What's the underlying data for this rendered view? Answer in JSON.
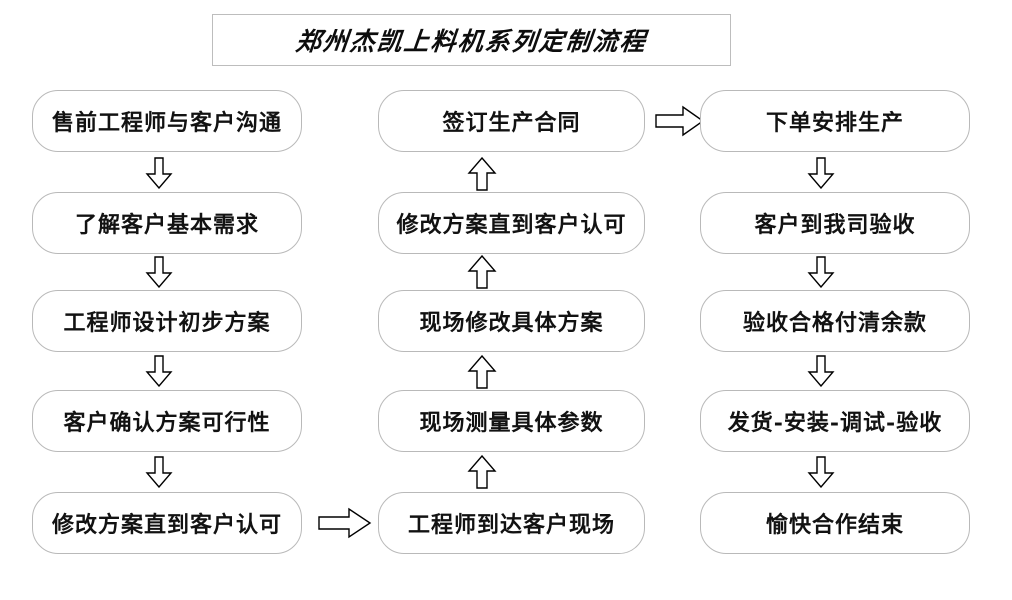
{
  "title": {
    "text": "郑州杰凯上料机系列定制流程"
  },
  "colors": {
    "background": "#ffffff",
    "box_border": "#b9b9b9",
    "title_border": "#bdbdbd",
    "text": "#121212",
    "arrow_stroke": "#000000",
    "arrow_fill": "#ffffff"
  },
  "columns": {
    "left": {
      "name": "pre-sales-column",
      "flow_direction": "down",
      "nodes": [
        {
          "id": "L1",
          "label": "售前工程师与客户沟通"
        },
        {
          "id": "L2",
          "label": "了解客户基本需求"
        },
        {
          "id": "L3",
          "label": "工程师设计初步方案"
        },
        {
          "id": "L4",
          "label": "客户确认方案可行性"
        },
        {
          "id": "L5",
          "label": "修改方案直到客户认可"
        }
      ]
    },
    "middle": {
      "name": "on-site-column",
      "flow_direction": "up",
      "nodes": [
        {
          "id": "M1",
          "label": "签订生产合同"
        },
        {
          "id": "M2",
          "label": "修改方案直到客户认可"
        },
        {
          "id": "M3",
          "label": "现场修改具体方案"
        },
        {
          "id": "M4",
          "label": "现场测量具体参数"
        },
        {
          "id": "M5",
          "label": "工程师到达客户现场"
        }
      ]
    },
    "right": {
      "name": "production-column",
      "flow_direction": "down",
      "nodes": [
        {
          "id": "R1",
          "label": "下单安排生产"
        },
        {
          "id": "R2",
          "label": "客户到我司验收"
        },
        {
          "id": "R3",
          "label": "验收合格付清余款"
        },
        {
          "id": "R4",
          "label": "发货-安装-调试-验收"
        },
        {
          "id": "R5",
          "label": "愉快合作结束"
        }
      ]
    }
  },
  "connectors": [
    {
      "id": "A-L1-L2",
      "icon": "arrow-down-icon",
      "from": "L1",
      "to": "L2"
    },
    {
      "id": "A-L2-L3",
      "icon": "arrow-down-icon",
      "from": "L2",
      "to": "L3"
    },
    {
      "id": "A-L3-L4",
      "icon": "arrow-down-icon",
      "from": "L3",
      "to": "L4"
    },
    {
      "id": "A-L4-L5",
      "icon": "arrow-down-icon",
      "from": "L4",
      "to": "L5"
    },
    {
      "id": "A-L5-M5",
      "icon": "arrow-right-icon",
      "from": "L5",
      "to": "M5"
    },
    {
      "id": "A-M5-M4",
      "icon": "arrow-up-icon",
      "from": "M5",
      "to": "M4"
    },
    {
      "id": "A-M4-M3",
      "icon": "arrow-up-icon",
      "from": "M4",
      "to": "M3"
    },
    {
      "id": "A-M3-M2",
      "icon": "arrow-up-icon",
      "from": "M3",
      "to": "M2"
    },
    {
      "id": "A-M2-M1",
      "icon": "arrow-up-icon",
      "from": "M2",
      "to": "M1"
    },
    {
      "id": "A-M1-R1",
      "icon": "arrow-right-icon",
      "from": "M1",
      "to": "R1"
    },
    {
      "id": "A-R1-R2",
      "icon": "arrow-down-icon",
      "from": "R1",
      "to": "R2"
    },
    {
      "id": "A-R2-R3",
      "icon": "arrow-down-icon",
      "from": "R2",
      "to": "R3"
    },
    {
      "id": "A-R3-R4",
      "icon": "arrow-down-icon",
      "from": "R3",
      "to": "R4"
    },
    {
      "id": "A-R4-R5",
      "icon": "arrow-down-icon",
      "from": "R4",
      "to": "R5"
    }
  ]
}
